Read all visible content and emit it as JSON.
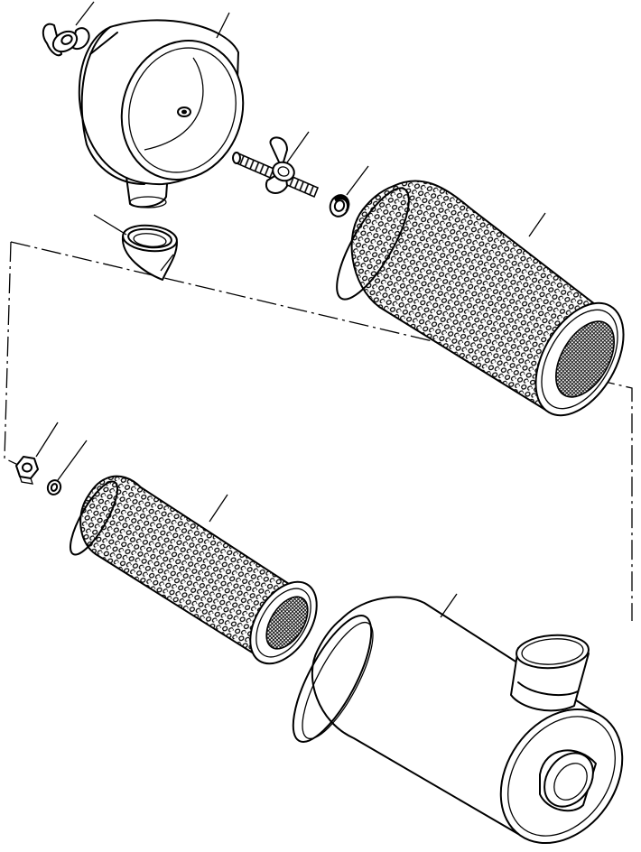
{
  "diagram": {
    "kind": "exploded-parts-view",
    "subject": "air-cleaner-assembly",
    "colors": {
      "ink": "#000000",
      "paper": "#ffffff"
    },
    "parts": [
      {
        "id": "wing-nut",
        "icon": "wing-nut-icon"
      },
      {
        "id": "precleaner-cover",
        "icon": "cover-icon"
      },
      {
        "id": "threaded-rod-with-wing-nut",
        "icon": "rod-icon"
      },
      {
        "id": "washer",
        "icon": "washer-icon"
      },
      {
        "id": "primary-filter-element",
        "icon": "filter-icon"
      },
      {
        "id": "dust-cup",
        "icon": "dust-cup-icon"
      },
      {
        "id": "hex-nut",
        "icon": "hex-nut-icon"
      },
      {
        "id": "small-washer",
        "icon": "washer-icon"
      },
      {
        "id": "safety-filter-element",
        "icon": "filter-icon"
      },
      {
        "id": "air-cleaner-housing",
        "icon": "housing-icon"
      }
    ]
  }
}
